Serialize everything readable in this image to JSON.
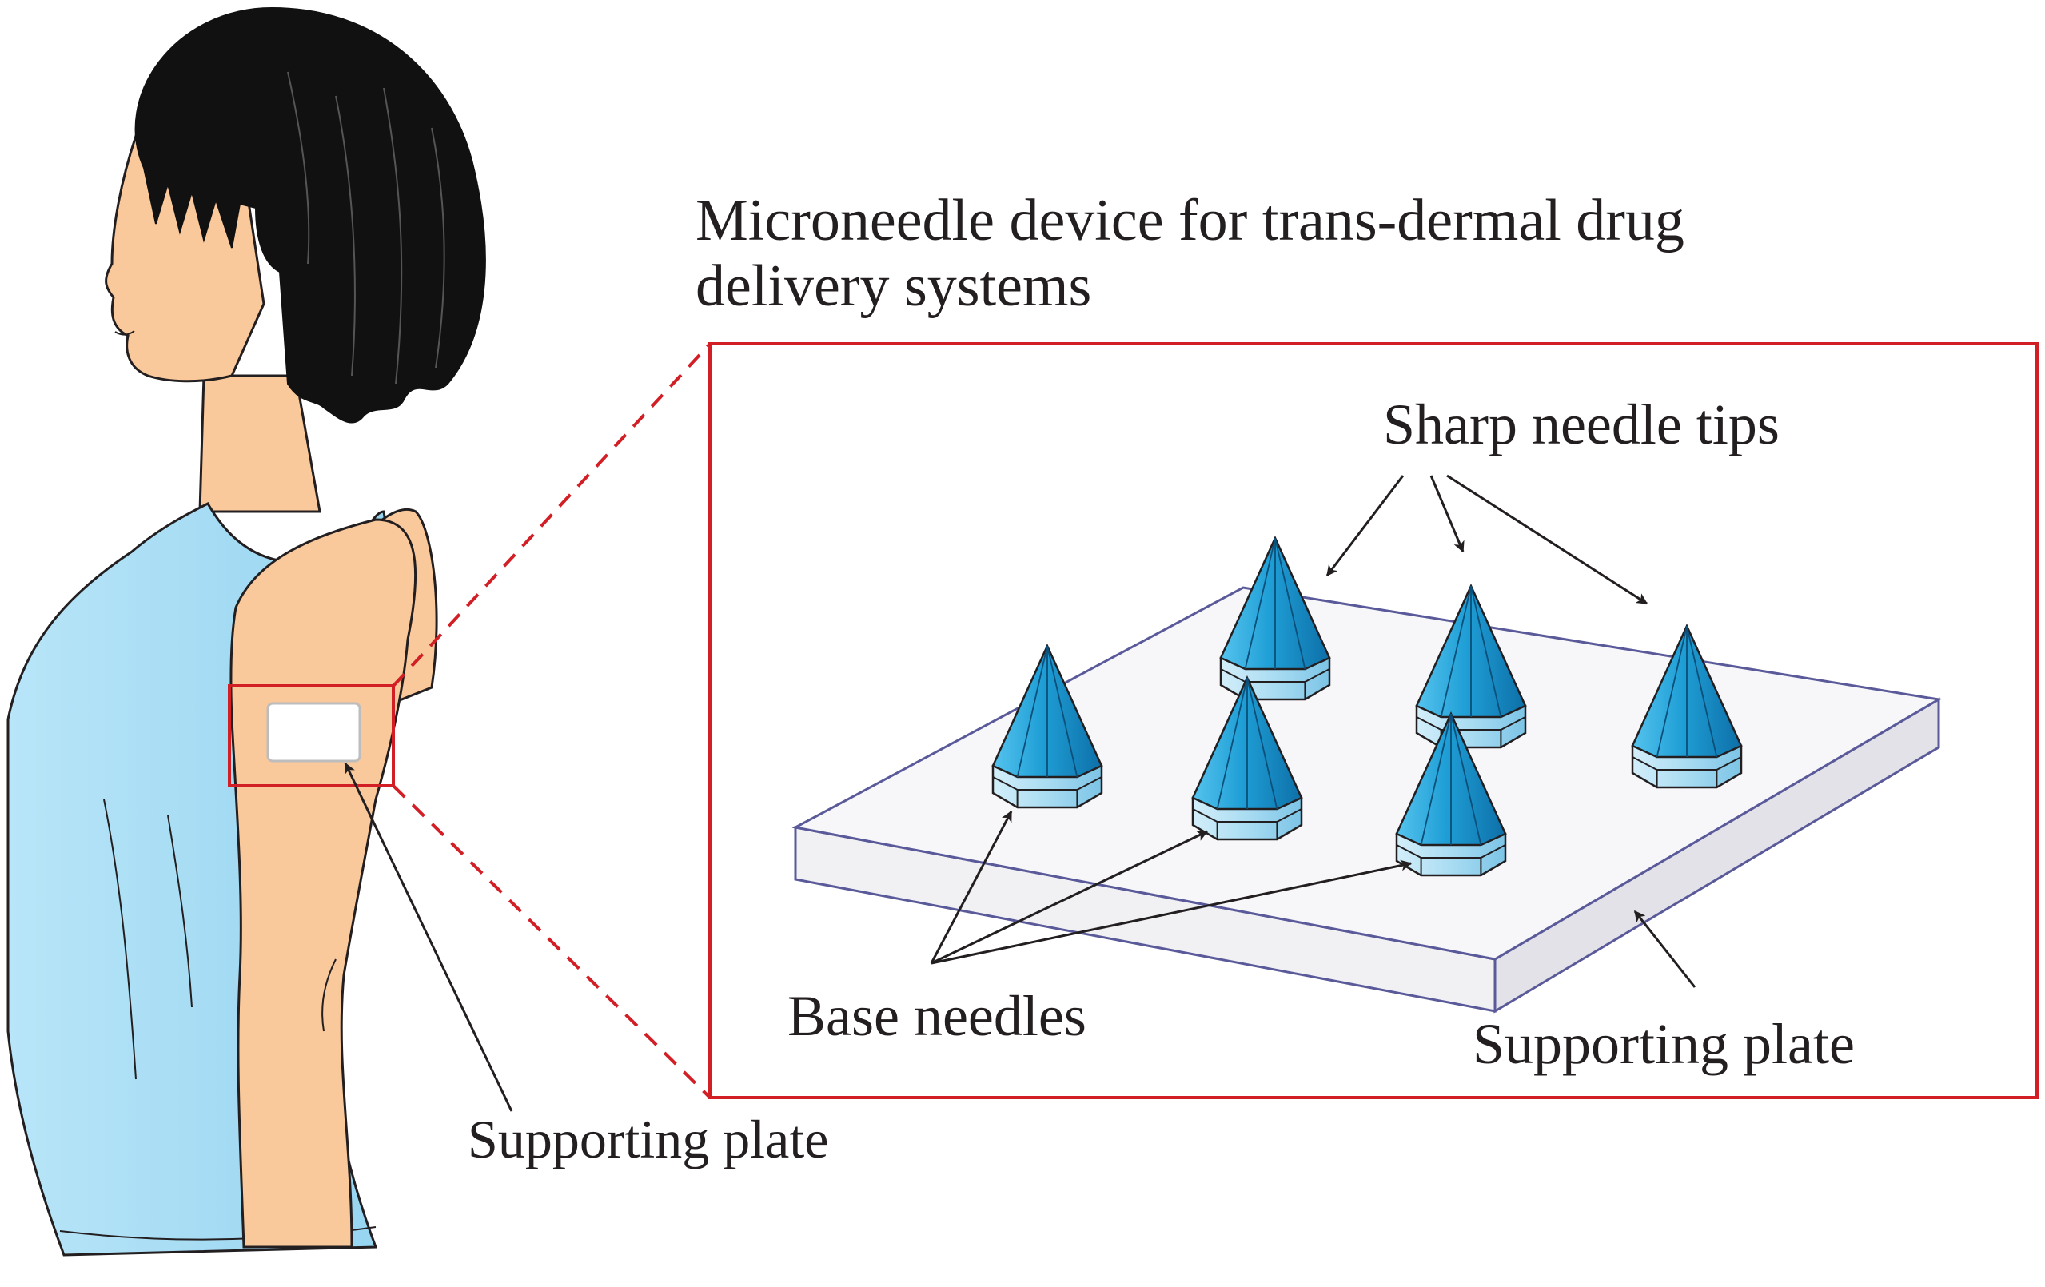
{
  "title": {
    "line1": "Microneedle device for trans-dermal drug",
    "line2": "delivery systems"
  },
  "labels": {
    "sharp_tips": "Sharp needle tips",
    "base_needles": "Base needles",
    "supporting_plate_inset": "Supporting plate",
    "supporting_plate_arm": "Supporting plate"
  },
  "colors": {
    "skin": "#f9c89b",
    "shirt": "#a8def5",
    "hair": "#111111",
    "frame": "#d21f26",
    "plate_top": "#f4f4f7",
    "plate_edge": "#5a5a9a",
    "needle": "#1f9fd6",
    "needle_base": "#a9dcf2"
  },
  "needles": [
    {
      "id": 1,
      "row": "back"
    },
    {
      "id": 2,
      "row": "back"
    },
    {
      "id": 3,
      "row": "back"
    },
    {
      "id": 4,
      "row": "front"
    },
    {
      "id": 5,
      "row": "front"
    },
    {
      "id": 6,
      "row": "front"
    }
  ]
}
